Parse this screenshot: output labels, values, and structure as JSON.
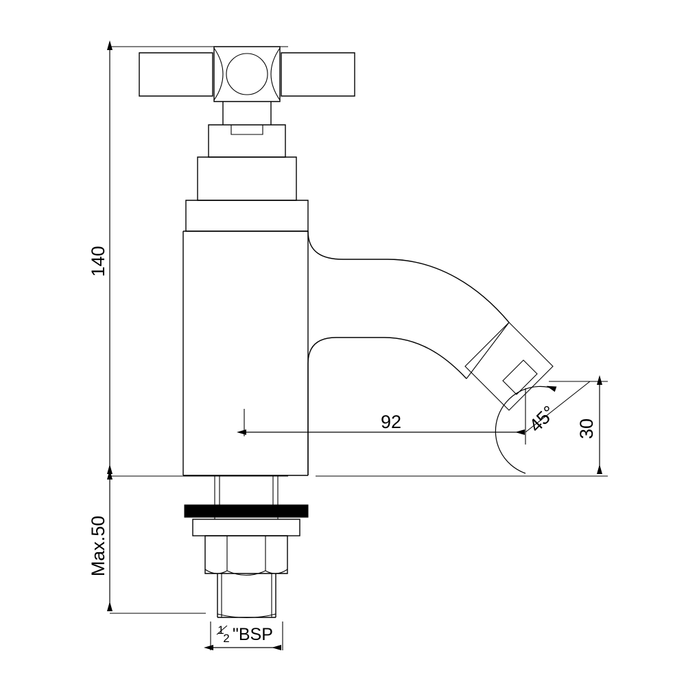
{
  "drawing": {
    "title": "Basin Tap Technical Dimension Drawing",
    "background_color": "#ffffff",
    "line_color": "#000000",
    "gasket_color": "#000000"
  },
  "dimensions": {
    "height_overall": {
      "label": "140",
      "unit": "mm",
      "orientation": "vertical",
      "description": "Overall height from top of cross handle to mounting surface"
    },
    "mounting_thickness": {
      "label": "Max.50",
      "unit": "mm",
      "orientation": "vertical",
      "description": "Maximum basin deck thickness for mounting shank"
    },
    "spout_reach": {
      "label": "92",
      "unit": "mm",
      "orientation": "horizontal",
      "description": "Spout reach from body centre to outlet"
    },
    "outlet_angle": {
      "label": "45°",
      "unit": "degrees",
      "orientation": "angular",
      "description": "Outlet nozzle angle"
    },
    "outlet_height": {
      "label": "30",
      "unit": "mm",
      "orientation": "vertical",
      "description": "Outlet drop below spout centreline"
    },
    "thread_size": {
      "label_numerator": "1",
      "label_denominator": "2",
      "label_suffix": "\"BSP",
      "full_label": "½\"BSP",
      "description": "Inlet connection thread size"
    }
  },
  "parts": [
    {
      "name": "cross-handle",
      "description": "Cross head handle with central hub"
    },
    {
      "name": "handle-stem",
      "description": "Handle spindle stem"
    },
    {
      "name": "bonnet-collar",
      "description": "Stepped bonnet and collar"
    },
    {
      "name": "tap-body",
      "description": "Main pillar body"
    },
    {
      "name": "spout",
      "description": "Curved swan-neck spout"
    },
    {
      "name": "outlet-nozzle",
      "description": "Angled outlet nozzle at 45 degrees"
    },
    {
      "name": "aerator",
      "description": "Aerator insert at nozzle tip"
    },
    {
      "name": "gasket-washer",
      "description": "Black sealing gasket"
    },
    {
      "name": "backnut-flange",
      "description": "Flange washer plate"
    },
    {
      "name": "hex-nut",
      "description": "Hexagonal fixing nut"
    },
    {
      "name": "threaded-shank",
      "description": "Threaded inlet shank"
    }
  ]
}
